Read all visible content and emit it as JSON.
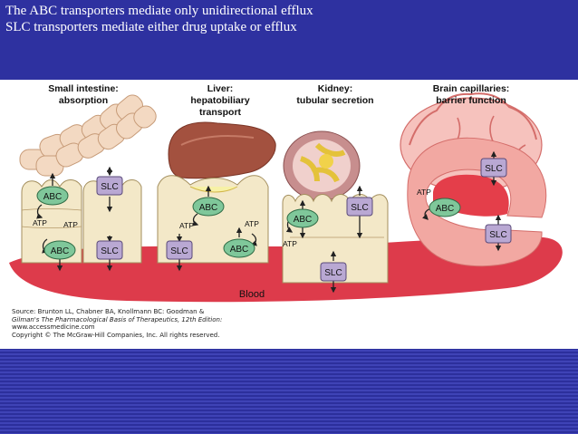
{
  "header": {
    "line1": "The ABC transporters mediate only unidirectional efflux",
    "line2": "SLC transporters mediate either drug uptake or efflux"
  },
  "organs": {
    "intestine": [
      "Small intestine:",
      "absorption"
    ],
    "liver": [
      "Liver:",
      "hepatobiliary",
      "transport"
    ],
    "kidney": [
      "Kidney:",
      "tubular secretion"
    ],
    "brain": [
      "Brain capillaries:",
      "barrier function"
    ]
  },
  "labels": {
    "abc": "ABC",
    "slc": "SLC",
    "atp": "ATP",
    "blood": "Blood"
  },
  "credit": {
    "line1": "Source: Brunton LL, Chabner BA, Knollmann BC: Goodman &",
    "line2": "Gilman's The Pharmacological Basis of Therapeutics, 12th Edition:",
    "line3": "www.accessmedicine.com",
    "line4": "Copyright © The McGraw-Hill Companies, Inc. All rights reserved."
  },
  "colors": {
    "abc_fill": "#7fc79a",
    "slc_fill": "#b9a8d3",
    "blood": "#dd3b4b",
    "cell": "#f3e8c8",
    "brain": "#f2a8a2",
    "slide_bg": "#2e31a0"
  }
}
